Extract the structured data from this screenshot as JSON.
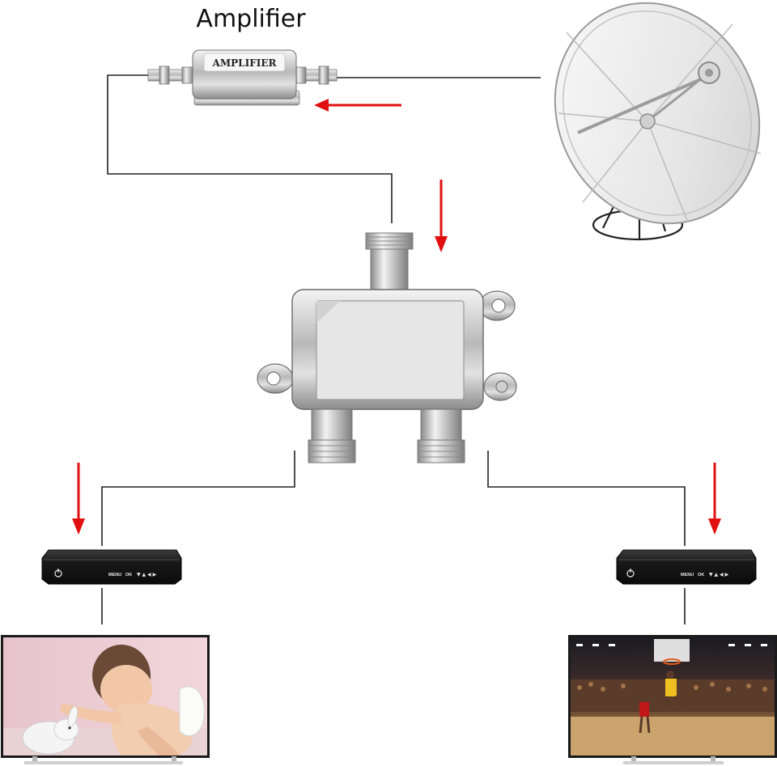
{
  "diagram": {
    "title": "Amplifier",
    "amplifier_label": "AMPLIFIER",
    "receiver_left": {
      "menu": "MENU",
      "ok": "OK",
      "nav": "▼ ▲ ◀ ▶"
    },
    "receiver_right": {
      "menu": "MENU",
      "ok": "OK",
      "nav": "▼ ▲ ◀ ▶"
    },
    "signal_arrow_color": "#e01010",
    "cable_color": "#222222"
  }
}
